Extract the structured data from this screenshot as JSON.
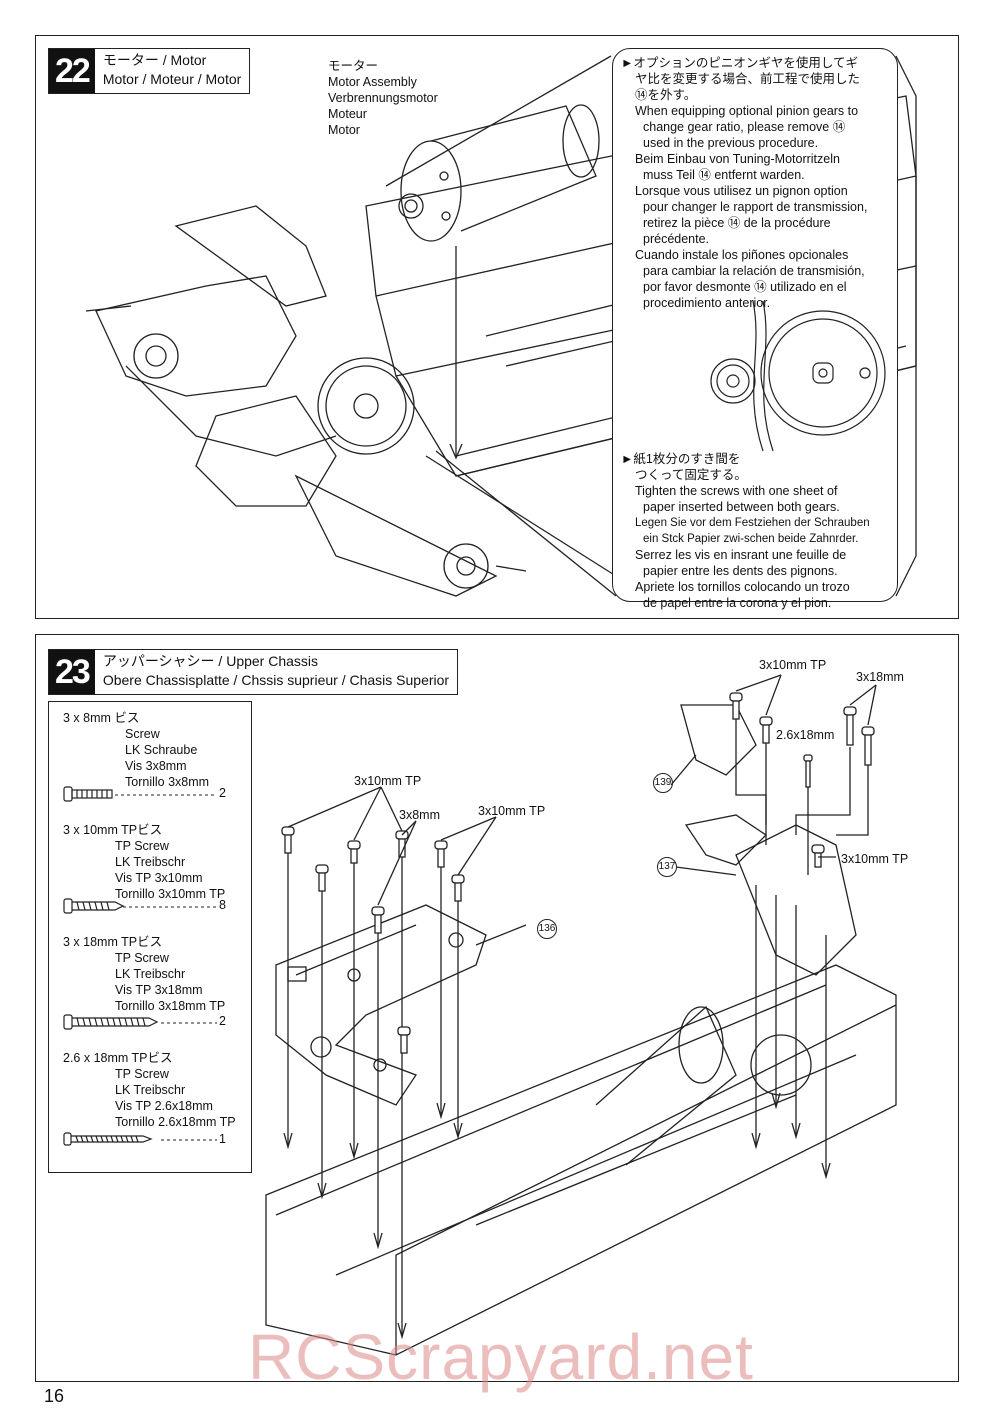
{
  "step22": {
    "number": "22",
    "title_line1": "モーター / Motor",
    "title_line2": "Motor / Moteur / Motor",
    "motor_label": [
      "モーター",
      "Motor Assembly",
      "Verbrennungsmotor",
      "Moteur",
      "Motor"
    ],
    "note1": {
      "jp1": "►オプションのピニオンギヤを使用してギ",
      "jp2": "ヤ比を変更する場合、前工程で使用した",
      "jp3": "⑭を外す。",
      "en1": "When equipping optional pinion gears to",
      "en2": "change gear ratio, please remove ⑭",
      "en3": "used in the previous procedure.",
      "de1": "Beim Einbau von Tuning-Motorritzeln",
      "de2": "muss Teil ⑭ entfernt warden.",
      "fr1": "Lorsque vous utilisez un pignon option",
      "fr2": "pour changer le rapport de transmission,",
      "fr3": "retirez la pièce ⑭ de la procédure",
      "fr4": "précédente.",
      "es1": "Cuando instale los piñones opcionales",
      "es2": "para cambiar la relación de transmisión,",
      "es3": "por favor desmonte ⑭ utilizado en el",
      "es4": "procedimiento anterior."
    },
    "note2": {
      "jp1": "►紙1枚分のすき間を",
      "jp2": "つくって固定する。",
      "en1": "Tighten the screws with one sheet of",
      "en2": "paper inserted between both gears.",
      "de1": "Legen Sie vor dem Festziehen der Schrauben",
      "de2": "ein Stck Papier zwi-schen beide Zahnrder.",
      "fr1": "Serrez les vis en insrant une feuille de",
      "fr2": "papier entre les dents des pignons.",
      "es1": "Apriete los tornillos colocando un trozo",
      "es2": "de papel entre la corona y el pion."
    }
  },
  "step23": {
    "number": "23",
    "title_line1": "アッパーシャシー / Upper Chassis",
    "title_line2": "Obere Chassisplatte / Chssis suprieur / Chasis Superior",
    "parts": [
      {
        "jp": "3 x 8mm  ビス",
        "names": [
          "Screw",
          "LK Schraube",
          "Vis 3x8mm",
          "Tornillo 3x8mm"
        ],
        "qty": "2"
      },
      {
        "jp": "3 x 10mm  TPビス",
        "names": [
          "TP Screw",
          "LK Treibschr",
          "Vis TP 3x10mm",
          "Tornillo 3x10mm TP"
        ],
        "qty": "8"
      },
      {
        "jp": "3 x 18mm  TPビス",
        "names": [
          "TP Screw",
          "LK Treibschr",
          "Vis TP 3x18mm",
          "Tornillo 3x18mm TP"
        ],
        "qty": "2"
      },
      {
        "jp": "2.6 x 18mm  TPビス",
        "names": [
          "TP Screw",
          "LK Treibschr",
          "Vis TP 2.6x18mm",
          "Tornillo 2.6x18mm TP"
        ],
        "qty": "1"
      }
    ],
    "labels": {
      "l1": "3x10mm TP",
      "l2": "3x8mm",
      "l3": "3x10mm TP",
      "l4": "3x10mm TP",
      "l5": "3x18mm",
      "l6": "2.6x18mm",
      "l7": "3x10mm TP"
    },
    "part_refs": {
      "r136": "136",
      "r137": "137",
      "r139": "139"
    }
  },
  "page_number": "16",
  "watermark": "RCScrapyard.net"
}
